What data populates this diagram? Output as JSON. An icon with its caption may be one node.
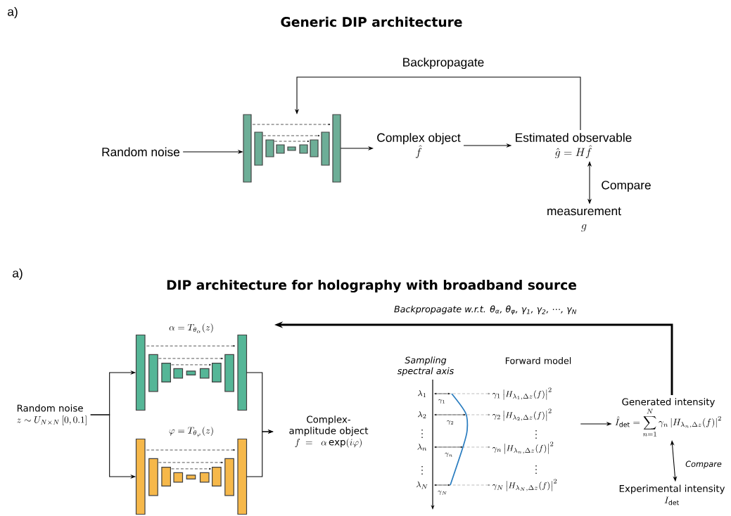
{
  "diagram": {
    "title": "Generic DIP architecture",
    "nodes": [
      {
        "text": [
          "Random noise"
        ]
      },
      {
        "text": [],
        "shape": "picture"
      },
      {
        "text": [
          "Complex object",
          "\\hat{f}"
        ]
      },
      {
        "text": [
          "Estimated observable",
          "\\hat{g} = H\\hat{f}"
        ]
      },
      {
        "text": [
          "measurement",
          "g"
        ]
      },
      {
        "text": [
          "Random noise",
          "z \\sim U_{N\\times N}\\left[0, 0.1\\right]"
        ]
      },
      {
        "text": [
          "\\alpha = T_{\\theta_\\alpha}(z)"
        ]
      },
      {
        "text": [
          "\\varphi = T_{\\theta_\\varphi}(z)"
        ]
      },
      {
        "text": [
          "Complex-amplitude object",
          "f = \\ \\alpha \\exp(i\\varphi)"
        ]
      },
      {
        "text": [
          "Sampling spectral axis",
          "Forward model"
        ]
      },
      {
        "text": [
          "Generated intensity",
          "\\hat{I}_{\\mathrm{det}} = \\sum_{n=1}^{N} \\gamma_n \\left| H_{\\lambda_n,\\Delta z}(f) \\right|^2"
        ]
      },
      {
        "text": [
          "Experimental intensity",
          "I_{\\mathrm{det}}"
        ]
      }
    ],
    "edges": [
      {
        "from": 0,
        "to": 1,
        "arrow": "to"
      },
      {
        "from": 1,
        "to": 2,
        "arrow": "to"
      },
      {
        "from": 2,
        "to": 3,
        "arrow": "to"
      },
      {
        "from": 3,
        "to": 1,
        "arrow": "to",
        "label": "Backpropagate"
      },
      {
        "from": 3,
        "to": 4,
        "arrow": "both",
        "label": "Compare"
      },
      {
        "from": 5,
        "to": 6,
        "arrow": "to"
      },
      {
        "from": 5,
        "to": 7,
        "arrow": "to"
      },
      {
        "from": 6,
        "to": 8,
        "arrow": "to"
      },
      {
        "from": 7,
        "to": 8,
        "arrow": "to"
      },
      {
        "from": 9,
        "to": 10,
        "arrow": "to"
      },
      {
        "from": 10,
        "to": null,
        "arrow": "to",
        "style": "thick",
        "label": "Backpropagate w.r.t. θ$_{α}$, θ$_{φ}$, γ$_{1}$, γ$_{2}$, ⋯, γ$_{N}$"
      },
      {
        "from": 10,
        "to": 11,
        "arrow": "both",
        "label": "Compare"
      }
    ],
    "labels": [
      "a)",
      "a)",
      "DIP architecture for holography with broadband source",
      "\\lambda_1",
      "\\lambda_2",
      "\\vdots",
      "\\lambda_n",
      "\\vdots",
      "\\lambda_N",
      "\\gamma_1",
      "\\gamma_2",
      "\\gamma_n",
      "\\gamma_N",
      "\\gamma_1 \\left| H_{\\lambda_1,\\Delta z}(f) \\right|^2",
      "\\gamma_2 \\left| H_{\\lambda_2,\\Delta z}(f) \\right|^2",
      "\\vdots",
      "\\gamma_n \\left| H_{\\lambda_n,\\Delta z}(f) \\right|^2",
      "\\vdots",
      "\\gamma_N \\left| H_{\\lambda_N,\\Delta z}(f) \\right|^2"
    ]
  }
}
